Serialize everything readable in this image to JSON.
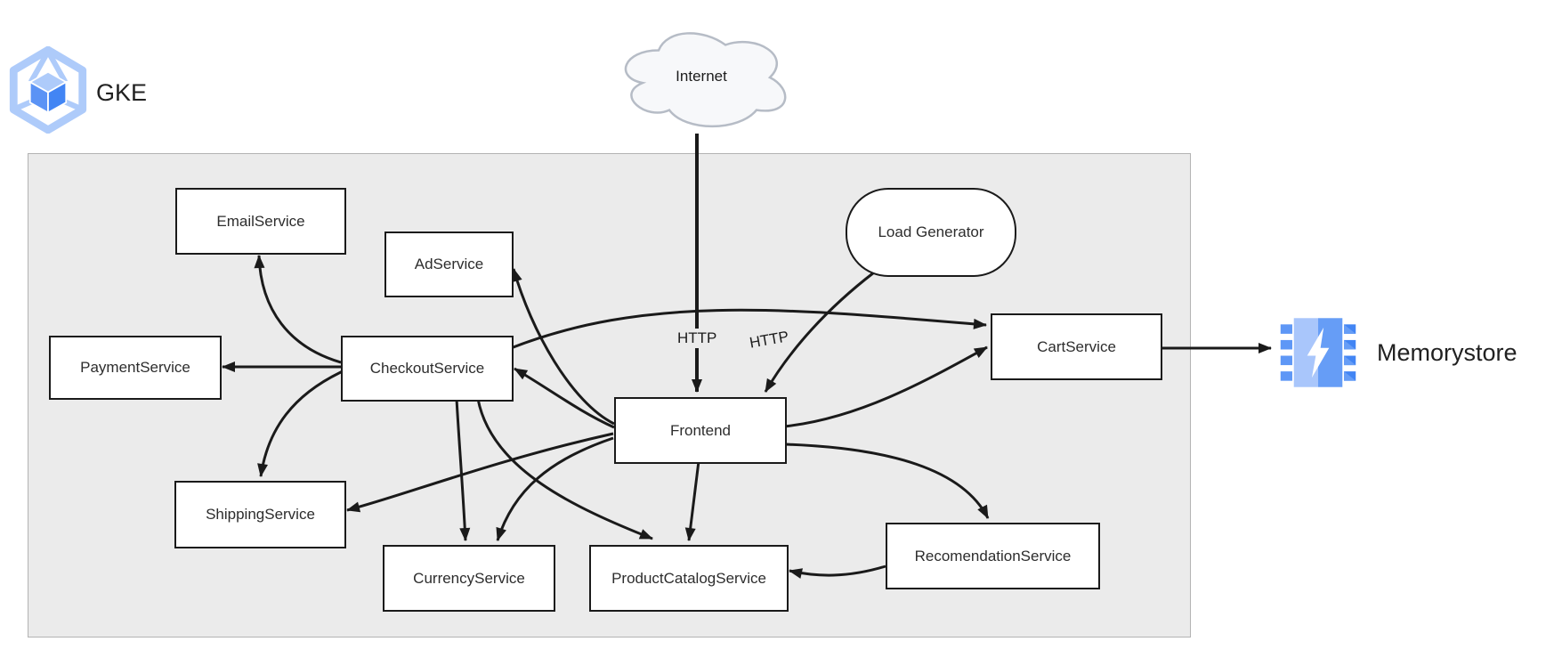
{
  "diagram": {
    "title_badge": "GKE",
    "cloud_label": "Internet",
    "external_store_label": "Memorystore",
    "nodes": {
      "email": {
        "label": "EmailService"
      },
      "payment": {
        "label": "PaymentService"
      },
      "ad": {
        "label": "AdService"
      },
      "checkout": {
        "label": "CheckoutService"
      },
      "frontend": {
        "label": "Frontend"
      },
      "cart": {
        "label": "CartService"
      },
      "shipping": {
        "label": "ShippingService"
      },
      "currency": {
        "label": "CurrencyService"
      },
      "productcatalog": {
        "label": "ProductCatalogService"
      },
      "recommendation": {
        "label": "RecomendationService"
      },
      "loadgenerator": {
        "label": "Load Generator"
      }
    },
    "edge_labels": {
      "internet_http": "HTTP",
      "loadgen_http": "HTTP"
    },
    "edges": [
      {
        "from": "Internet",
        "to": "Frontend",
        "label": "HTTP"
      },
      {
        "from": "Load Generator",
        "to": "Frontend",
        "label": "HTTP"
      },
      {
        "from": "Frontend",
        "to": "AdService",
        "label": ""
      },
      {
        "from": "Frontend",
        "to": "CheckoutService",
        "label": ""
      },
      {
        "from": "Frontend",
        "to": "CartService",
        "label": ""
      },
      {
        "from": "Frontend",
        "to": "ShippingService",
        "label": ""
      },
      {
        "from": "Frontend",
        "to": "CurrencyService",
        "label": ""
      },
      {
        "from": "Frontend",
        "to": "ProductCatalogService",
        "label": ""
      },
      {
        "from": "Frontend",
        "to": "RecomendationService",
        "label": ""
      },
      {
        "from": "CheckoutService",
        "to": "EmailService",
        "label": ""
      },
      {
        "from": "CheckoutService",
        "to": "PaymentService",
        "label": ""
      },
      {
        "from": "CheckoutService",
        "to": "ShippingService",
        "label": ""
      },
      {
        "from": "CheckoutService",
        "to": "CurrencyService",
        "label": ""
      },
      {
        "from": "CheckoutService",
        "to": "ProductCatalogService",
        "label": ""
      },
      {
        "from": "CheckoutService",
        "to": "CartService",
        "label": ""
      },
      {
        "from": "RecomendationService",
        "to": "ProductCatalogService",
        "label": ""
      },
      {
        "from": "CartService",
        "to": "Memorystore",
        "label": ""
      }
    ],
    "colors": {
      "cluster_fill": "#ebebeb",
      "cluster_border": "#b3b3b3",
      "node_fill": "#ffffff",
      "node_border": "#1a1a1a",
      "edge": "#1a1a1a",
      "cloud_fill": "#f7f8fa",
      "cloud_border": "#b6bcc6",
      "gke_light_blue": "#aecbfa",
      "gke_blue": "#4285f4",
      "memorystore_light": "#a9c6fb",
      "memorystore_blue": "#669df6",
      "memorystore_dark": "#4285f4"
    }
  }
}
